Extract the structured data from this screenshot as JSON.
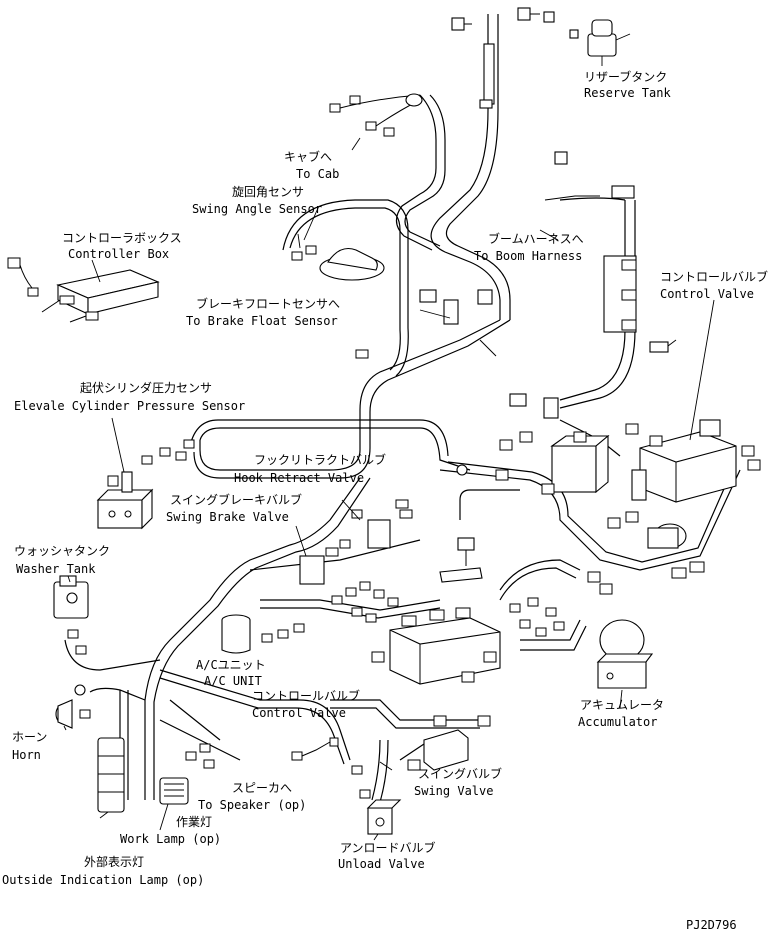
{
  "drawing_code": "PJ2D796",
  "labels": {
    "reserve_tank": {
      "jp": "リザーブタンク",
      "en": "Reserve Tank"
    },
    "to_cab": {
      "jp": "キャブへ",
      "en": "To Cab"
    },
    "swing_angle_sensor": {
      "jp": "旋回角センサ",
      "en": "Swing Angle Sensor"
    },
    "controller_box": {
      "jp": "コントローラボックス",
      "en": "Controller Box"
    },
    "to_boom_harness": {
      "jp": "ブームハーネスへ",
      "en": "To Boom Harness"
    },
    "control_valve_right": {
      "jp": "コントロールバルブ",
      "en": "Control Valve"
    },
    "to_brake_float_sensor": {
      "jp": "ブレーキフロートセンサへ",
      "en": "To Brake Float Sensor"
    },
    "elevate_cylinder_pressure_sensor": {
      "jp": "起伏シリンダ圧力センサ",
      "en": "Elevale Cylinder Pressure Sensor"
    },
    "hook_retract_valve": {
      "jp": "フックリトラクトバルブ",
      "en": "Hook Retract Valve"
    },
    "swing_brake_valve": {
      "jp": "スイングブレーキバルブ",
      "en": "Swing Brake Valve"
    },
    "washer_tank": {
      "jp": "ウォッシャタンク",
      "en": "Washer Tank"
    },
    "ac_unit": {
      "jp": "A/Cユニット",
      "en": "A/C UNIT"
    },
    "control_valve_center": {
      "jp": "コントロールバルブ",
      "en": "Control Valve"
    },
    "accumulator": {
      "jp": "アキュムレータ",
      "en": "Accumulator"
    },
    "horn": {
      "jp": "ホーン",
      "en": "Horn"
    },
    "to_speaker": {
      "jp": "スピーカへ",
      "en": "To Speaker (op)"
    },
    "swing_valve": {
      "jp": "スイングバルブ",
      "en": "Swing Valve"
    },
    "work_lamp": {
      "jp": "作業灯",
      "en": "Work Lamp (op)"
    },
    "unload_valve": {
      "jp": "アンロードバルブ",
      "en": "Unload Valve"
    },
    "outside_indication_lamp": {
      "jp": "外部表示灯",
      "en": "Outside Indication Lamp (op)"
    }
  }
}
